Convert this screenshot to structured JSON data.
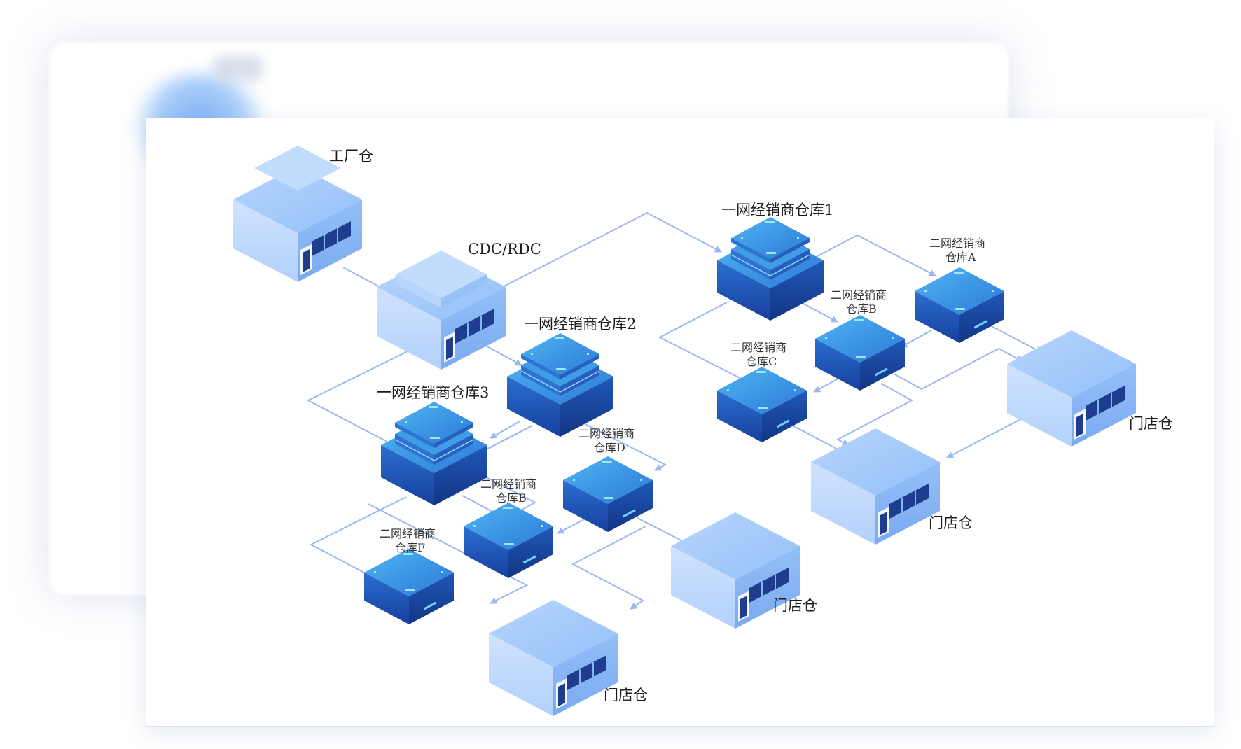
{
  "labels": {
    "factory": "工厂仓",
    "cdc": "CDC/RDC",
    "dist1": "一网经销商仓库1",
    "dist2": "一网经销商仓库2",
    "dist3": "一网经销商仓库3",
    "sub_a_line1": "二网经销商",
    "sub_a_line2": "仓库A",
    "sub_b1_line1": "二网经销商",
    "sub_b1_line2": "仓库B",
    "sub_c_line1": "二网经销商",
    "sub_c_line2": "仓库C",
    "sub_d_line1": "二网经销商",
    "sub_d_line2": "仓库D",
    "sub_b2_line1": "二网经销商",
    "sub_b2_line2": "仓库B",
    "sub_f_line1": "二网经销商",
    "sub_f_line2": "仓库F",
    "store1": "门店仓",
    "store2": "门店仓",
    "store3": "门店仓",
    "store4": "门店仓"
  },
  "colors": {
    "connector": "#9db8f0",
    "building_top": "#a9cbfb",
    "building_left": "#bcd8fd",
    "building_right": "#86b3f4",
    "server_top": "#3d8fe0",
    "server_side": "#1e5fc0"
  }
}
